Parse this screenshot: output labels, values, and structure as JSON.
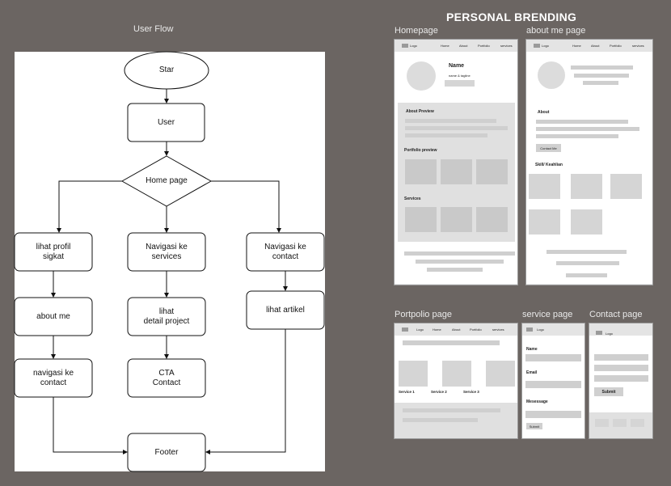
{
  "user_flow": {
    "title": "User Flow",
    "nodes": {
      "start": "Star",
      "user": "User",
      "home": "Home page",
      "profil": "lihat profil\nsigkat",
      "services": "Navigasi ke\nservices",
      "contact_nav": "Navigasi ke\ncontact",
      "about": "about me",
      "detail": "lihat\ndetail project",
      "artikel": "lihat artikel",
      "nav_contact": "navigasi ke\ncontact",
      "cta": "CTA\nContact",
      "footer": "Footer"
    }
  },
  "branding": {
    "title": "PERSONAL BRENDING",
    "pages": {
      "homepage": "Homepage",
      "about": "about me page",
      "portfolio": "Portpolio page",
      "service": "service page",
      "contact": "Contact page"
    },
    "nav": {
      "logo": "Logo",
      "home": "Home",
      "about": "About",
      "portfolio": "Portfolio",
      "services": "services"
    },
    "home": {
      "name": "Name",
      "tagline": "name & tagline",
      "about_preview": "About Preview",
      "portfolio_preview": "Portfolio preview",
      "services": "Services"
    },
    "about_page": {
      "about": "About",
      "contact_btn": "Contact Me",
      "skill": "Skill/ Keahlian"
    },
    "portfolio_page": {
      "service1": "Service 1",
      "service2": "Service 2",
      "service3": "Service 3"
    },
    "service_page": {
      "name": "Name",
      "email": "Email",
      "message": "Mesessage",
      "submit": "Submit"
    },
    "contact_page": {
      "submit": "Submit"
    }
  }
}
